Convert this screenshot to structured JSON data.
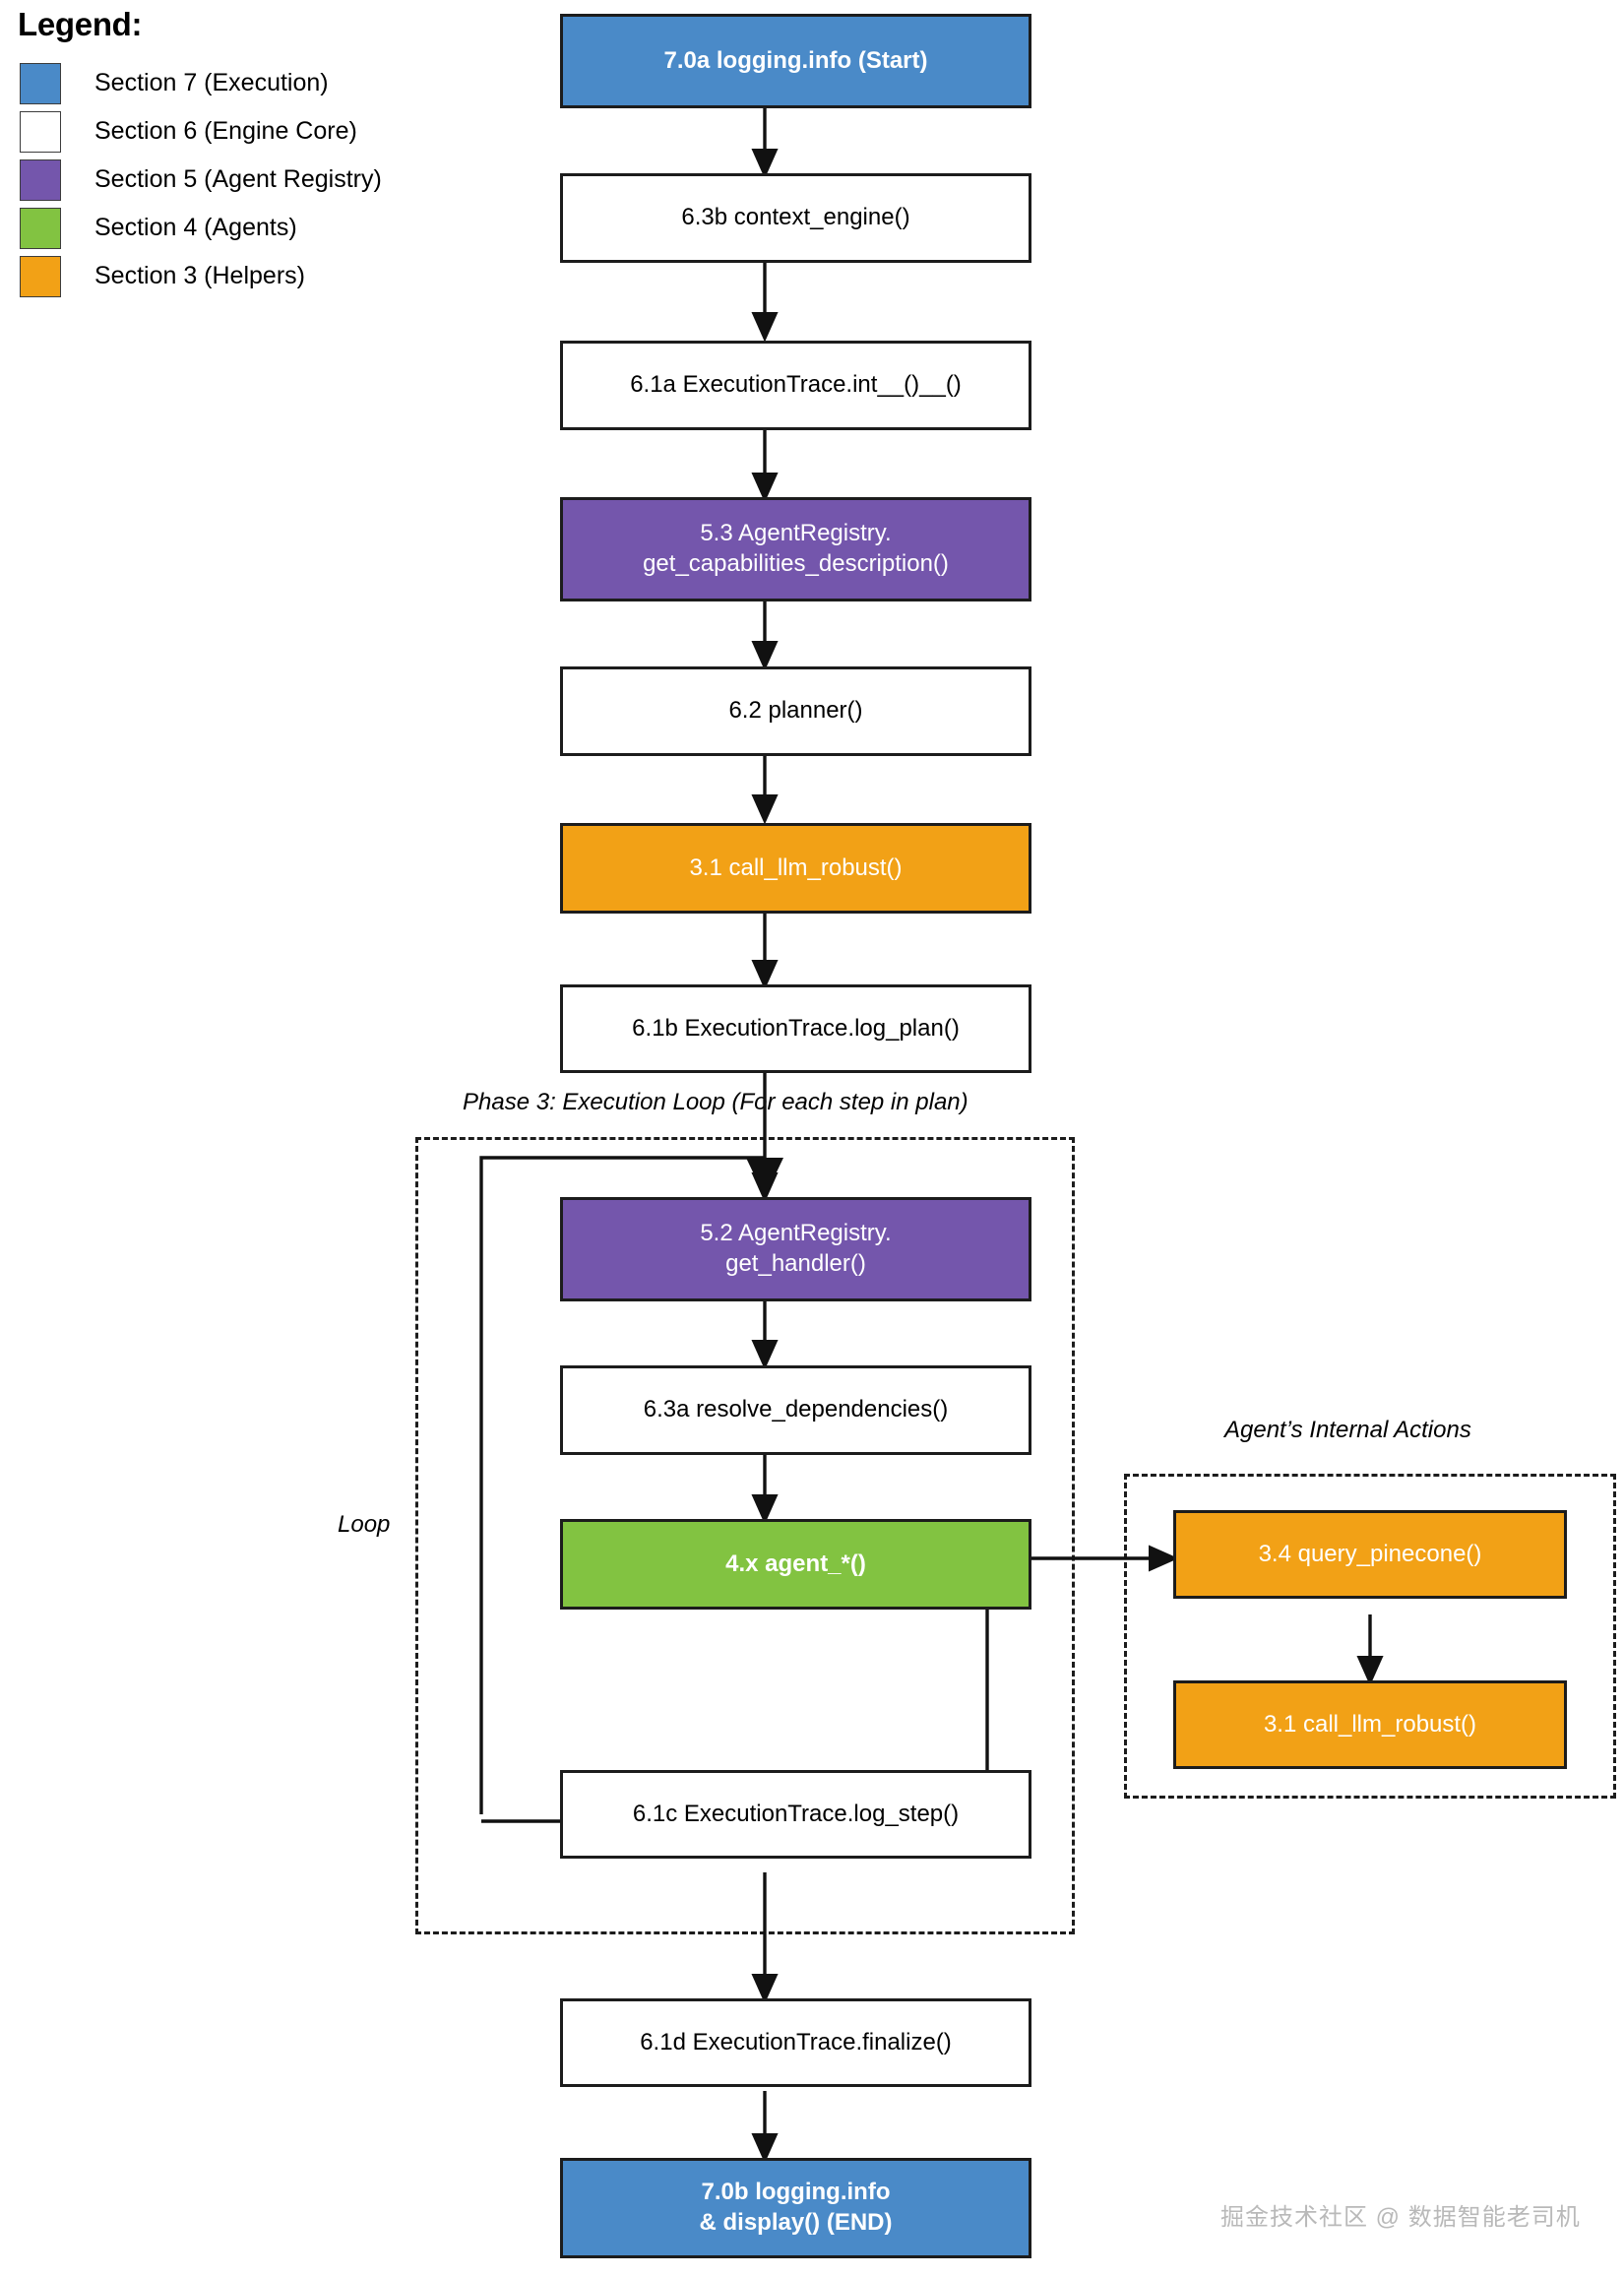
{
  "legend": {
    "title": "Legend:",
    "items": [
      {
        "label": "Section 7 (Execution)",
        "color": "#4a8ac8"
      },
      {
        "label": "Section 6 (Engine Core)",
        "color": "#ffffff"
      },
      {
        "label": "Section 5 (Agent Registry)",
        "color": "#7456ac"
      },
      {
        "label": "Section 4 (Agents)",
        "color": "#82c341"
      },
      {
        "label": "Section 3 (Helpers)",
        "color": "#f2a116"
      }
    ]
  },
  "clusters": {
    "loop": {
      "header": "Phase 3: Execution Loop (For each step in plan)",
      "side_label": "Loop"
    },
    "agent_internal": {
      "header": "Agent’s Internal Actions"
    }
  },
  "nodes": {
    "start": {
      "text": "7.0a logging.info (Start)",
      "section": "Section 7 (Execution)"
    },
    "context": {
      "text": "6.3b context_engine()",
      "section": "Section 6 (Engine Core)"
    },
    "trace_init": {
      "text": "6.1a ExecutionTrace.int__()__()",
      "section": "Section 6 (Engine Core)"
    },
    "capabilities": {
      "line1": "5.3 AgentRegistry.",
      "line2": "get_capabilities_description()",
      "section": "Section 5 (Agent Registry)"
    },
    "planner": {
      "text": "6.2 planner()",
      "section": "Section 6 (Engine Core)"
    },
    "llm_plan": {
      "text": "3.1 call_llm_robust()",
      "section": "Section 3 (Helpers)"
    },
    "log_plan": {
      "text": "6.1b ExecutionTrace.log_plan()",
      "section": "Section 6 (Engine Core)"
    },
    "get_handler": {
      "line1": "5.2 AgentRegistry.",
      "line2": "get_handler()",
      "section": "Section 5 (Agent Registry)"
    },
    "resolve_deps": {
      "text": "6.3a resolve_dependencies()",
      "section": "Section 6 (Engine Core)"
    },
    "agent": {
      "text": "4.x agent_*()",
      "section": "Section 4 (Agents)"
    },
    "log_step": {
      "text": "6.1c ExecutionTrace.log_step()",
      "section": "Section 6 (Engine Core)"
    },
    "pinecone": {
      "text": "3.4 query_pinecone()",
      "section": "Section 3 (Helpers)"
    },
    "llm_agent": {
      "text": "3.1 call_llm_robust()",
      "section": "Section 3 (Helpers)"
    },
    "finalize": {
      "text": "6.1d ExecutionTrace.finalize()",
      "section": "Section 6 (Engine Core)"
    },
    "end": {
      "line1": "7.0b logging.info",
      "line2": "& display() (END)",
      "section": "Section 7 (Execution)"
    }
  },
  "watermark": {
    "text": "掘金技术社区 @ 数据智能老司机"
  }
}
